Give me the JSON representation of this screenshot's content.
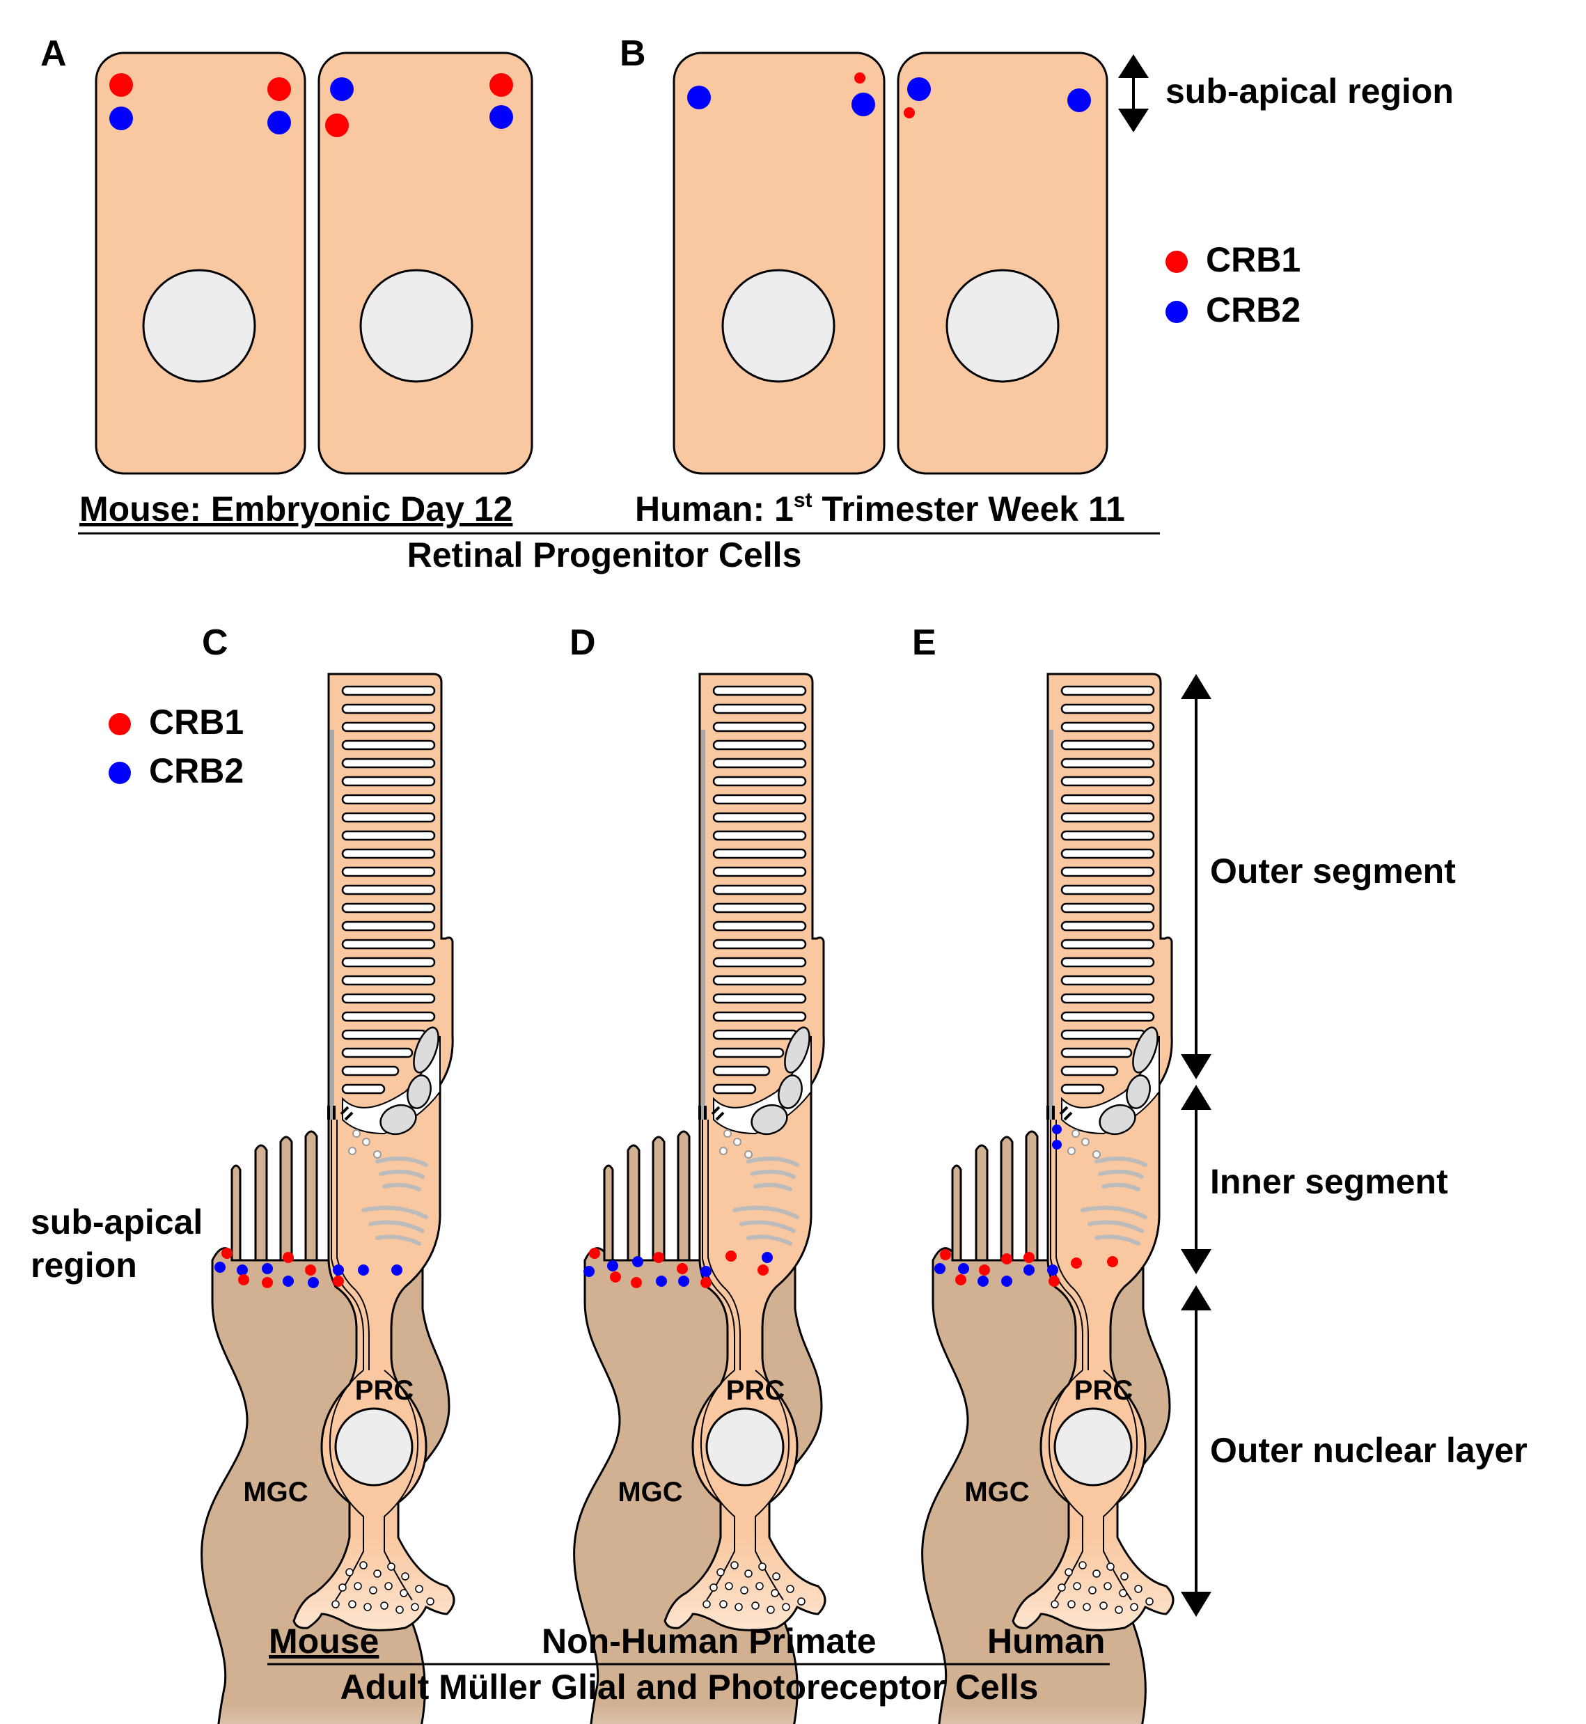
{
  "panels": {
    "a": "A",
    "b": "B",
    "c": "C",
    "d": "D",
    "e": "E"
  },
  "top": {
    "caption_a": "Mouse: Embryonic Day 12",
    "caption_b_prefix": "Human: 1",
    "caption_b_sup": "st",
    "caption_b_suffix": " Trimester Week 11",
    "group_caption": "Retinal Progenitor Cells",
    "region_label": "sub-apical region"
  },
  "legend": {
    "crb1": "CRB1",
    "crb2": "CRB2"
  },
  "bottom": {
    "sub_apical_line1": "sub-apical",
    "sub_apical_line2": "region",
    "prc": "PRC",
    "mgc": "MGC",
    "caption_c": "Mouse",
    "caption_d": "Non-Human Primate",
    "caption_e": "Human",
    "group_caption": "Adult Müller Glial and Photoreceptor Cells",
    "outer_segment": "Outer segment",
    "inner_segment": "Inner segment",
    "outer_nuclear_layer": "Outer nuclear layer"
  },
  "colors": {
    "crb1": "#ff0000",
    "crb2": "#0000ff",
    "cell_fill": "#f9c8a0",
    "glia_fill": "#d2b193",
    "nucleus_fill": "#ededed"
  }
}
